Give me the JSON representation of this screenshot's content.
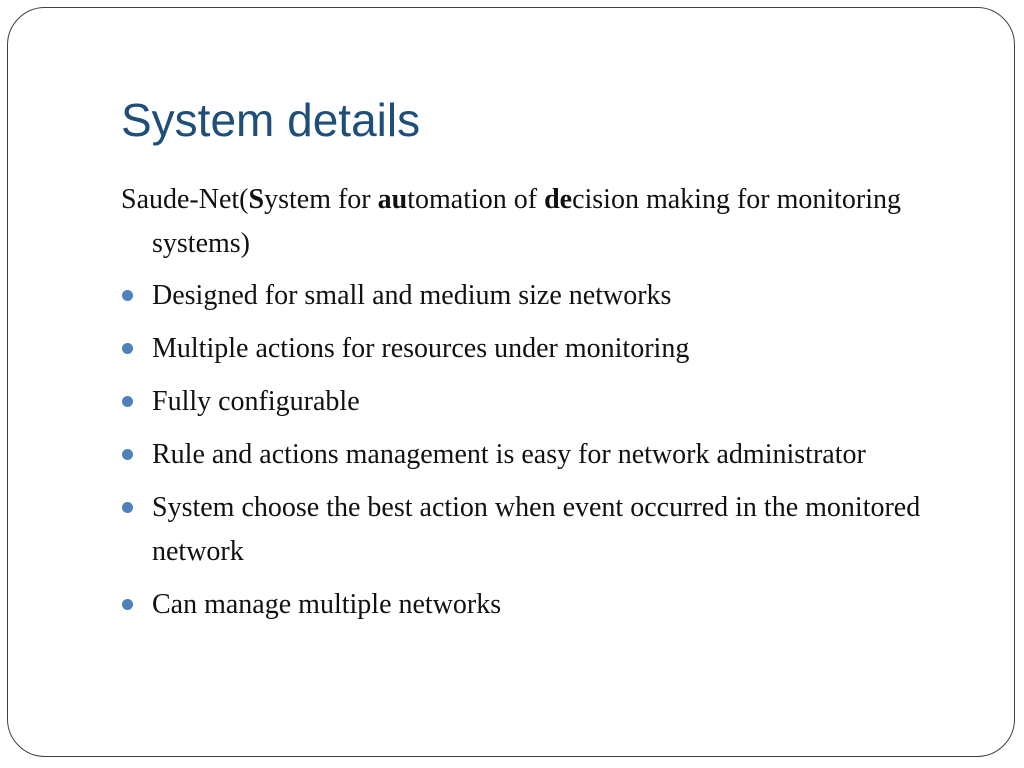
{
  "slide": {
    "title": "System details",
    "intro": {
      "prefix": "Saude-Net(",
      "s_bold": "S",
      "after_s": "ystem for ",
      "au_bold": "au",
      "after_au": "tomation of ",
      "de_bold": "de",
      "after_de": "cision making for monitoring systems)"
    },
    "bullets": [
      "Designed for small and medium size networks",
      "Multiple actions for resources under monitoring",
      "Fully configurable",
      "Rule and actions management is easy for network administrator",
      "System choose the best action when event occurred in the monitored network",
      "Can manage multiple networks"
    ]
  },
  "colors": {
    "title": "#1f4e79",
    "bullet": "#4f81bd",
    "border": "#404040"
  }
}
